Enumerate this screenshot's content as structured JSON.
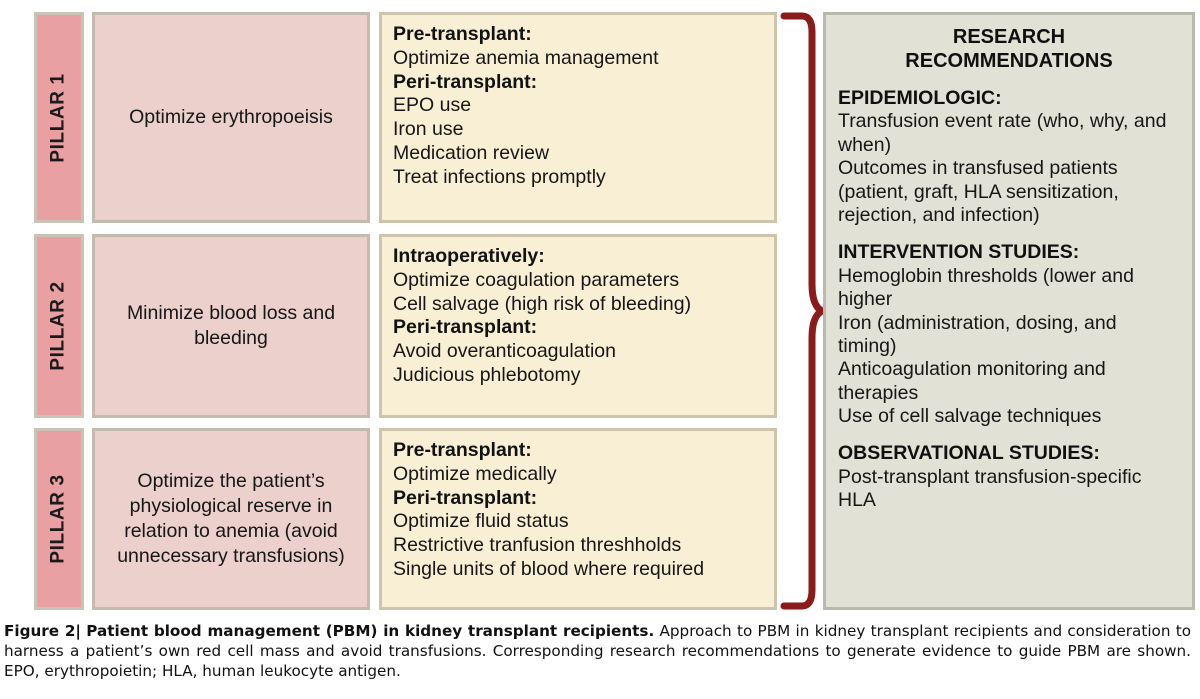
{
  "figure": {
    "brace_color": "#8b1a1a",
    "pillar_tab_color": "#e8a0a3",
    "pillar_desc_color": "#ecd0cc",
    "actions_color": "#f8efd4",
    "panel_color": "#e1e1d5"
  },
  "pillars": [
    {
      "tab_label": "PILLAR 1",
      "description": "Optimize erythropoeisis",
      "groups": [
        {
          "heading": "Pre-transplant:",
          "items": [
            "Optimize anemia management"
          ]
        },
        {
          "heading": "Peri-transplant:",
          "items": [
            "EPO use",
            "Iron use",
            "Medication review",
            "Treat infections promptly"
          ]
        }
      ]
    },
    {
      "tab_label": "PILLAR 2",
      "description": "Minimize blood loss and bleeding",
      "groups": [
        {
          "heading": "Intraoperatively:",
          "items": [
            "Optimize coagulation parameters",
            "Cell salvage (high risk of bleeding)"
          ]
        },
        {
          "heading": "Peri-transplant:",
          "items": [
            "Avoid overanticoagulation",
            "Judicious phlebotomy"
          ]
        }
      ]
    },
    {
      "tab_label": "PILLAR 3",
      "description": "Optimize the patient’s physiological reserve in relation to anemia (avoid unnecessary transfusions)",
      "groups": [
        {
          "heading": "Pre-transplant:",
          "items": [
            "Optimize medically"
          ]
        },
        {
          "heading": "Peri-transplant:",
          "items": [
            "Optimize fluid status",
            "Restrictive tranfusion threshholds",
            "Single units of blood where required"
          ]
        }
      ]
    }
  ],
  "research_panel": {
    "title_line1": "RESEARCH",
    "title_line2": "RECOMMENDATIONS",
    "sections": [
      {
        "heading": "EPIDEMIOLOGIC:",
        "items": [
          "Transfusion event rate (who, why, and when)",
          "Outcomes in transfused patients (patient, graft, HLA sensitization, rejection, and infection)"
        ]
      },
      {
        "heading": "INTERVENTION STUDIES:",
        "items": [
          "Hemoglobin thresholds (lower and higher",
          "Iron (administration, dosing, and timing)",
          "Anticoagulation monitoring and therapies",
          "Use of cell salvage techniques"
        ]
      },
      {
        "heading": "OBSERVATIONAL STUDIES:",
        "items": [
          "Post-transplant transfusion-specific HLA"
        ]
      }
    ]
  },
  "caption": {
    "label": "Figure 2",
    "separator": "|",
    "title": "Patient blood management (PBM) in kidney transplant recipients.",
    "body": "Approach to PBM in kidney transplant recipients and consideration to harness a patient’s own red cell mass and avoid transfusions. Corresponding research recommendations to generate evidence to guide PBM are shown. EPO, erythropoietin; HLA, human leukocyte antigen."
  }
}
